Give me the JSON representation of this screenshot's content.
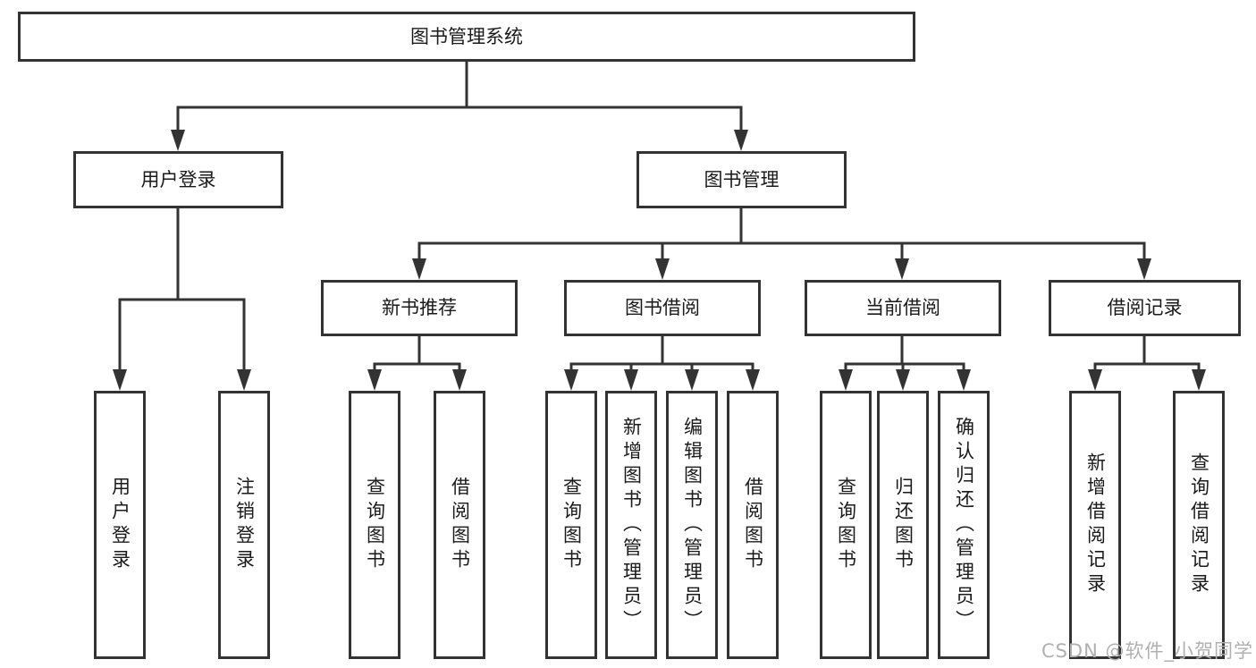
{
  "diagram": {
    "title": "图书管理系统",
    "colors": {
      "line": "#333333",
      "box_border": "#333333",
      "text": "#1a1a1a",
      "watermark": "#b0b0b0"
    },
    "nodes": {
      "root": {
        "label": "图书管理系统"
      },
      "user_login": {
        "label": "用户登录"
      },
      "book_mgmt": {
        "label": "图书管理"
      },
      "new_book_rec": {
        "label": "新书推荐"
      },
      "book_borrow": {
        "label": "图书借阅"
      },
      "current_borrow": {
        "label": "当前借阅"
      },
      "borrow_records": {
        "label": "借阅记录"
      },
      "ul_login": {
        "label": "用户登录"
      },
      "ul_logout": {
        "label": "注销登录"
      },
      "nb_query": {
        "label": "查询图书"
      },
      "nb_borrow": {
        "label": "借阅图书"
      },
      "bb_query": {
        "label": "查询图书"
      },
      "bb_add": {
        "label": "新增图书（管理员）"
      },
      "bb_edit": {
        "label": "编辑图书（管理员）"
      },
      "bb_borrow": {
        "label": "借阅图书"
      },
      "cb_query": {
        "label": "查询图书"
      },
      "cb_return": {
        "label": "归还图书"
      },
      "cb_confirm": {
        "label": "确认归还（管理员）"
      },
      "br_add": {
        "label": "新增借阅记录"
      },
      "br_query": {
        "label": "查询借阅记录"
      }
    },
    "watermark": "CSDN @软件_小贺同学"
  }
}
